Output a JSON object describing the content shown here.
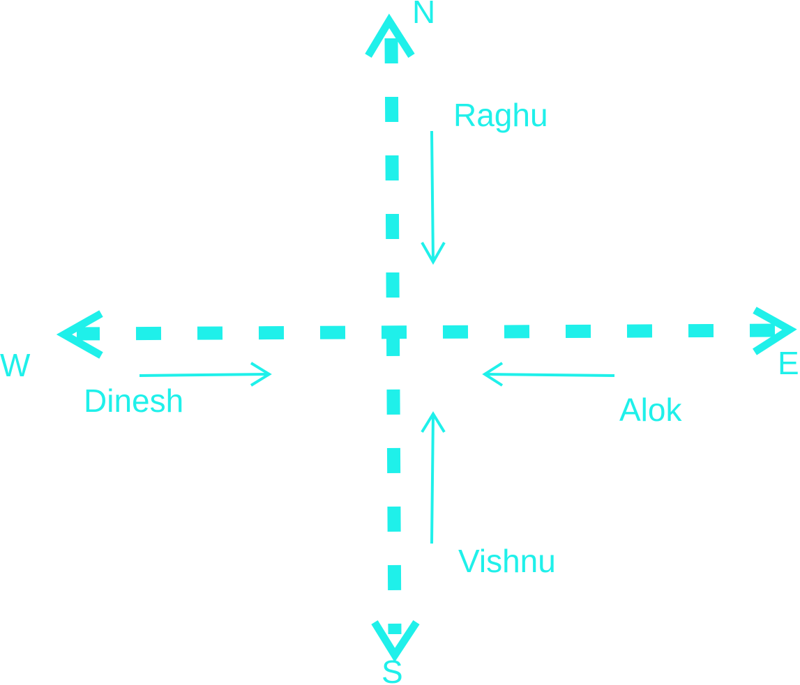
{
  "color": "#1ff0ea",
  "directions": {
    "north": "N",
    "south": "S",
    "east": "E",
    "west": "W"
  },
  "people": {
    "raghu": {
      "name": "Raghu",
      "heading": "south"
    },
    "dinesh": {
      "name": "Dinesh",
      "heading": "east"
    },
    "alok": {
      "name": "Alok",
      "heading": "west"
    },
    "vishnu": {
      "name": "Vishnu",
      "heading": "north"
    }
  }
}
